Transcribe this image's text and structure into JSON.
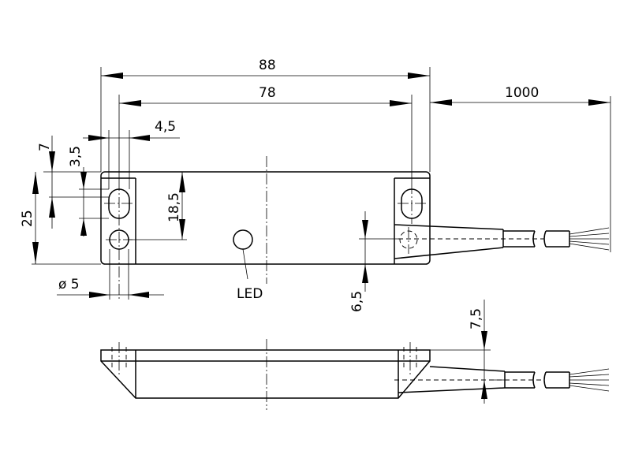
{
  "dimensions": {
    "overall_length": "88",
    "hole_spacing": "78",
    "cable_length": "1000",
    "slot_offset": "4,5",
    "top_offset": "7",
    "slot_height": "3,5",
    "body_height": "25",
    "inner_height": "18,5",
    "cable_offset": "6,5",
    "hole_diameter": "ø 5",
    "side_height": "7,5"
  },
  "labels": {
    "led": "LED"
  }
}
